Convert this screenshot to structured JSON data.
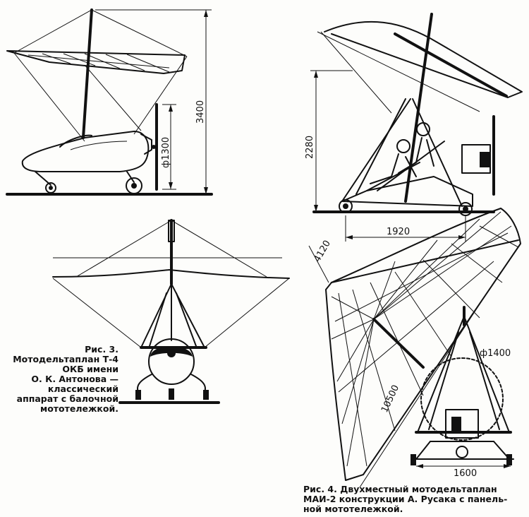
{
  "figure3": {
    "dimensions": {
      "height": "3400",
      "propeller": "ф1300"
    },
    "caption": {
      "line1": "Рис. 3.",
      "line2": "Мотодельтаплан Т-4",
      "line3": "ОКБ имени",
      "line4": "О. К. Антонова —",
      "line5": "классический",
      "line6": "аппарат с балочной",
      "line7": "мототележкой."
    }
  },
  "figure4": {
    "dimensions": {
      "height": "2280",
      "wheelbase": "1920",
      "chord": "4120",
      "span": "10500",
      "propeller": "ф1400",
      "track": "1600"
    },
    "caption": {
      "line1": "Рис. 4. Двухместный мотодельтаплан",
      "line2": "МАИ-2 конструкции А. Русака с панель-",
      "line3": "ной мототележкой."
    }
  }
}
